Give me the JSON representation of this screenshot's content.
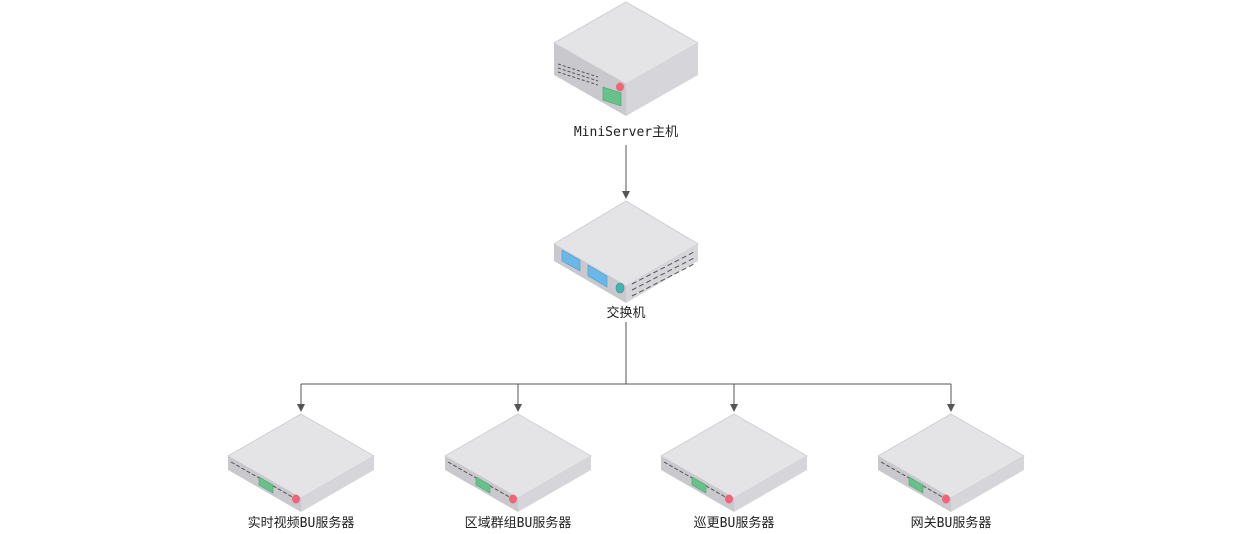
{
  "nodes": {
    "mini_server": {
      "label": "MiniServer主机",
      "kind": "server-host"
    },
    "switch": {
      "label": "交换机",
      "kind": "network-switch"
    },
    "servers": [
      {
        "label": "实时视频BU服务器",
        "kind": "rack-server"
      },
      {
        "label": "区域群组BU服务器",
        "kind": "rack-server"
      },
      {
        "label": "巡更BU服务器",
        "kind": "rack-server"
      },
      {
        "label": "网关BU服务器",
        "kind": "rack-server"
      }
    ]
  },
  "edges": [
    {
      "from": "MiniServer主机",
      "to": "交换机"
    },
    {
      "from": "交换机",
      "to": "实时视频BU服务器"
    },
    {
      "from": "交换机",
      "to": "区域群组BU服务器"
    },
    {
      "from": "交换机",
      "to": "巡更BU服务器"
    },
    {
      "from": "交换机",
      "to": "网关BU服务器"
    }
  ],
  "colors": {
    "device_top": "#e4e4e7",
    "device_left": "#c9c9cd",
    "device_right": "#d6d6da",
    "edge": "#c0c0c4",
    "status_red": "#ee6677",
    "status_green": "#66c28a",
    "port_blue": "#6ab8ea",
    "led_teal": "#44b5b0",
    "connector": "#555555"
  }
}
